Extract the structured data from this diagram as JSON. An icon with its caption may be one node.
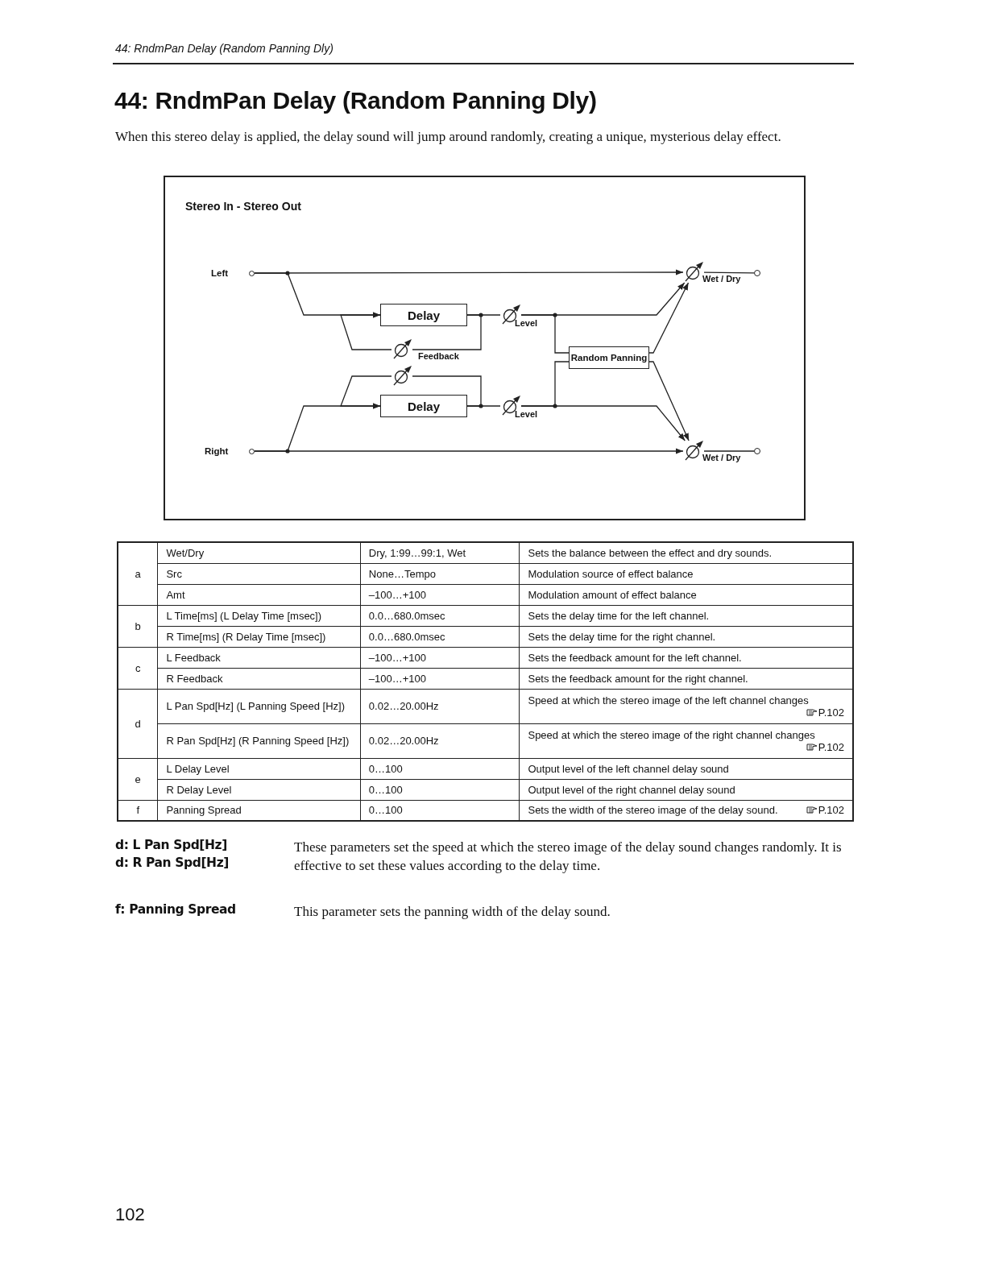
{
  "diagram": {
    "title": "44: RndmPan Delay (Random Panning Dly)",
    "nodes": [
      {
        "text": [
          "Left"
        ]
      },
      {
        "text": [
          "Delay"
        ]
      },
      {
        "text": [],
        "shape": "knob"
      },
      {
        "text": [
          "Level"
        ]
      },
      {
        "text": [
          "Random Panning"
        ]
      },
      {
        "text": [
          "Wet / Dry"
        ]
      },
      {
        "text": [],
        "shape": "circle"
      },
      {
        "text": [],
        "shape": "knob"
      },
      {
        "text": [
          "Delay"
        ]
      },
      {
        "text": [
          "Level"
        ]
      },
      {
        "text": [
          "Right"
        ]
      },
      {
        "text": [
          "Wet / Dry"
        ]
      },
      {
        "text": [],
        "shape": "circle"
      }
    ],
    "edges": [
      {
        "from": 0,
        "to": 5,
        "arrow": "to"
      },
      {
        "from": 0,
        "to": 1,
        "arrow": "to"
      },
      {
        "from": 1,
        "to": 3,
        "arrow": "none"
      },
      {
        "from": 1,
        "to": 2,
        "arrow": "none"
      },
      {
        "from": 2,
        "to": 1,
        "arrow": "to"
      },
      {
        "from": 3,
        "to": 5,
        "arrow": "to"
      },
      {
        "from": 3,
        "to": 4,
        "arrow": "none"
      },
      {
        "from": 4,
        "to": 5,
        "arrow": "to"
      },
      {
        "from": 4,
        "to": 11,
        "arrow": "to"
      },
      {
        "from": 9,
        "to": 4,
        "arrow": "none"
      },
      {
        "from": 9,
        "to": 11,
        "arrow": "to"
      },
      {
        "from": 8,
        "to": 9,
        "arrow": "none"
      },
      {
        "from": 8,
        "to": 7,
        "arrow": "none"
      },
      {
        "from": 7,
        "to": 8,
        "arrow": "to"
      },
      {
        "from": 10,
        "to": 8,
        "arrow": "to"
      },
      {
        "from": 10,
        "to": 11,
        "arrow": "to"
      },
      {
        "from": 5,
        "to": 6,
        "arrow": "none"
      },
      {
        "from": 11,
        "to": 12,
        "arrow": "none"
      }
    ],
    "labels": [
      "44: RndmPan Delay (Random Panning Dly)",
      "When this stereo delay is applied, the delay sound will jump around randomly, creating a unique, mysterious delay effect.",
      "Stereo In - Stereo Out",
      "Feedback",
      "a",
      "Wet/Dry",
      "Dry, 1:99…99:1, Wet",
      "Sets the balance between the effect and dry sounds.",
      "Src",
      "None…Tempo",
      "Modulation source of effect balance",
      "Amt",
      "–100…+100",
      "Modulation amount of effect balance",
      "b",
      "L Time[ms] (L Delay Time [msec])",
      "0.0…680.0msec",
      "Sets the delay time for the left channel.",
      "R Time[ms] (R Delay Time [msec])",
      "0.0…680.0msec",
      "Sets the delay time for the right channel.",
      "c",
      "L Feedback",
      "–100…+100",
      "Sets the feedback amount for the left channel.",
      "R Feedback",
      "–100…+100",
      "Sets the feedback amount for the right channel.",
      "d",
      "L Pan Spd[Hz] (L Panning Speed [Hz])",
      "0.02…20.00Hz",
      "Speed at which the stereo image of the left channel changes",
      "P.102",
      "R Pan Spd[Hz] (R Panning Speed [Hz])",
      "0.02…20.00Hz",
      "Speed at which the stereo image of the right channel changes",
      "P.102",
      "e",
      "L Delay Level",
      "0…100",
      "Output level of the left channel delay sound",
      "R Delay Level",
      "0…100",
      "Output level of the right channel delay sound",
      "f",
      "Panning Spread",
      "0…100",
      "Sets the width of the stereo image of the delay sound.",
      "P.102",
      "d: L Pan Spd[Hz]",
      "d: R Pan Spd[Hz]",
      "These parameters set the speed at which the stereo image of the delay sound changes randomly. It is effective to set these values according to the delay time.",
      "f: Panning Spread",
      "This parameter sets the panning width of the delay sound.",
      "102"
    ]
  }
}
